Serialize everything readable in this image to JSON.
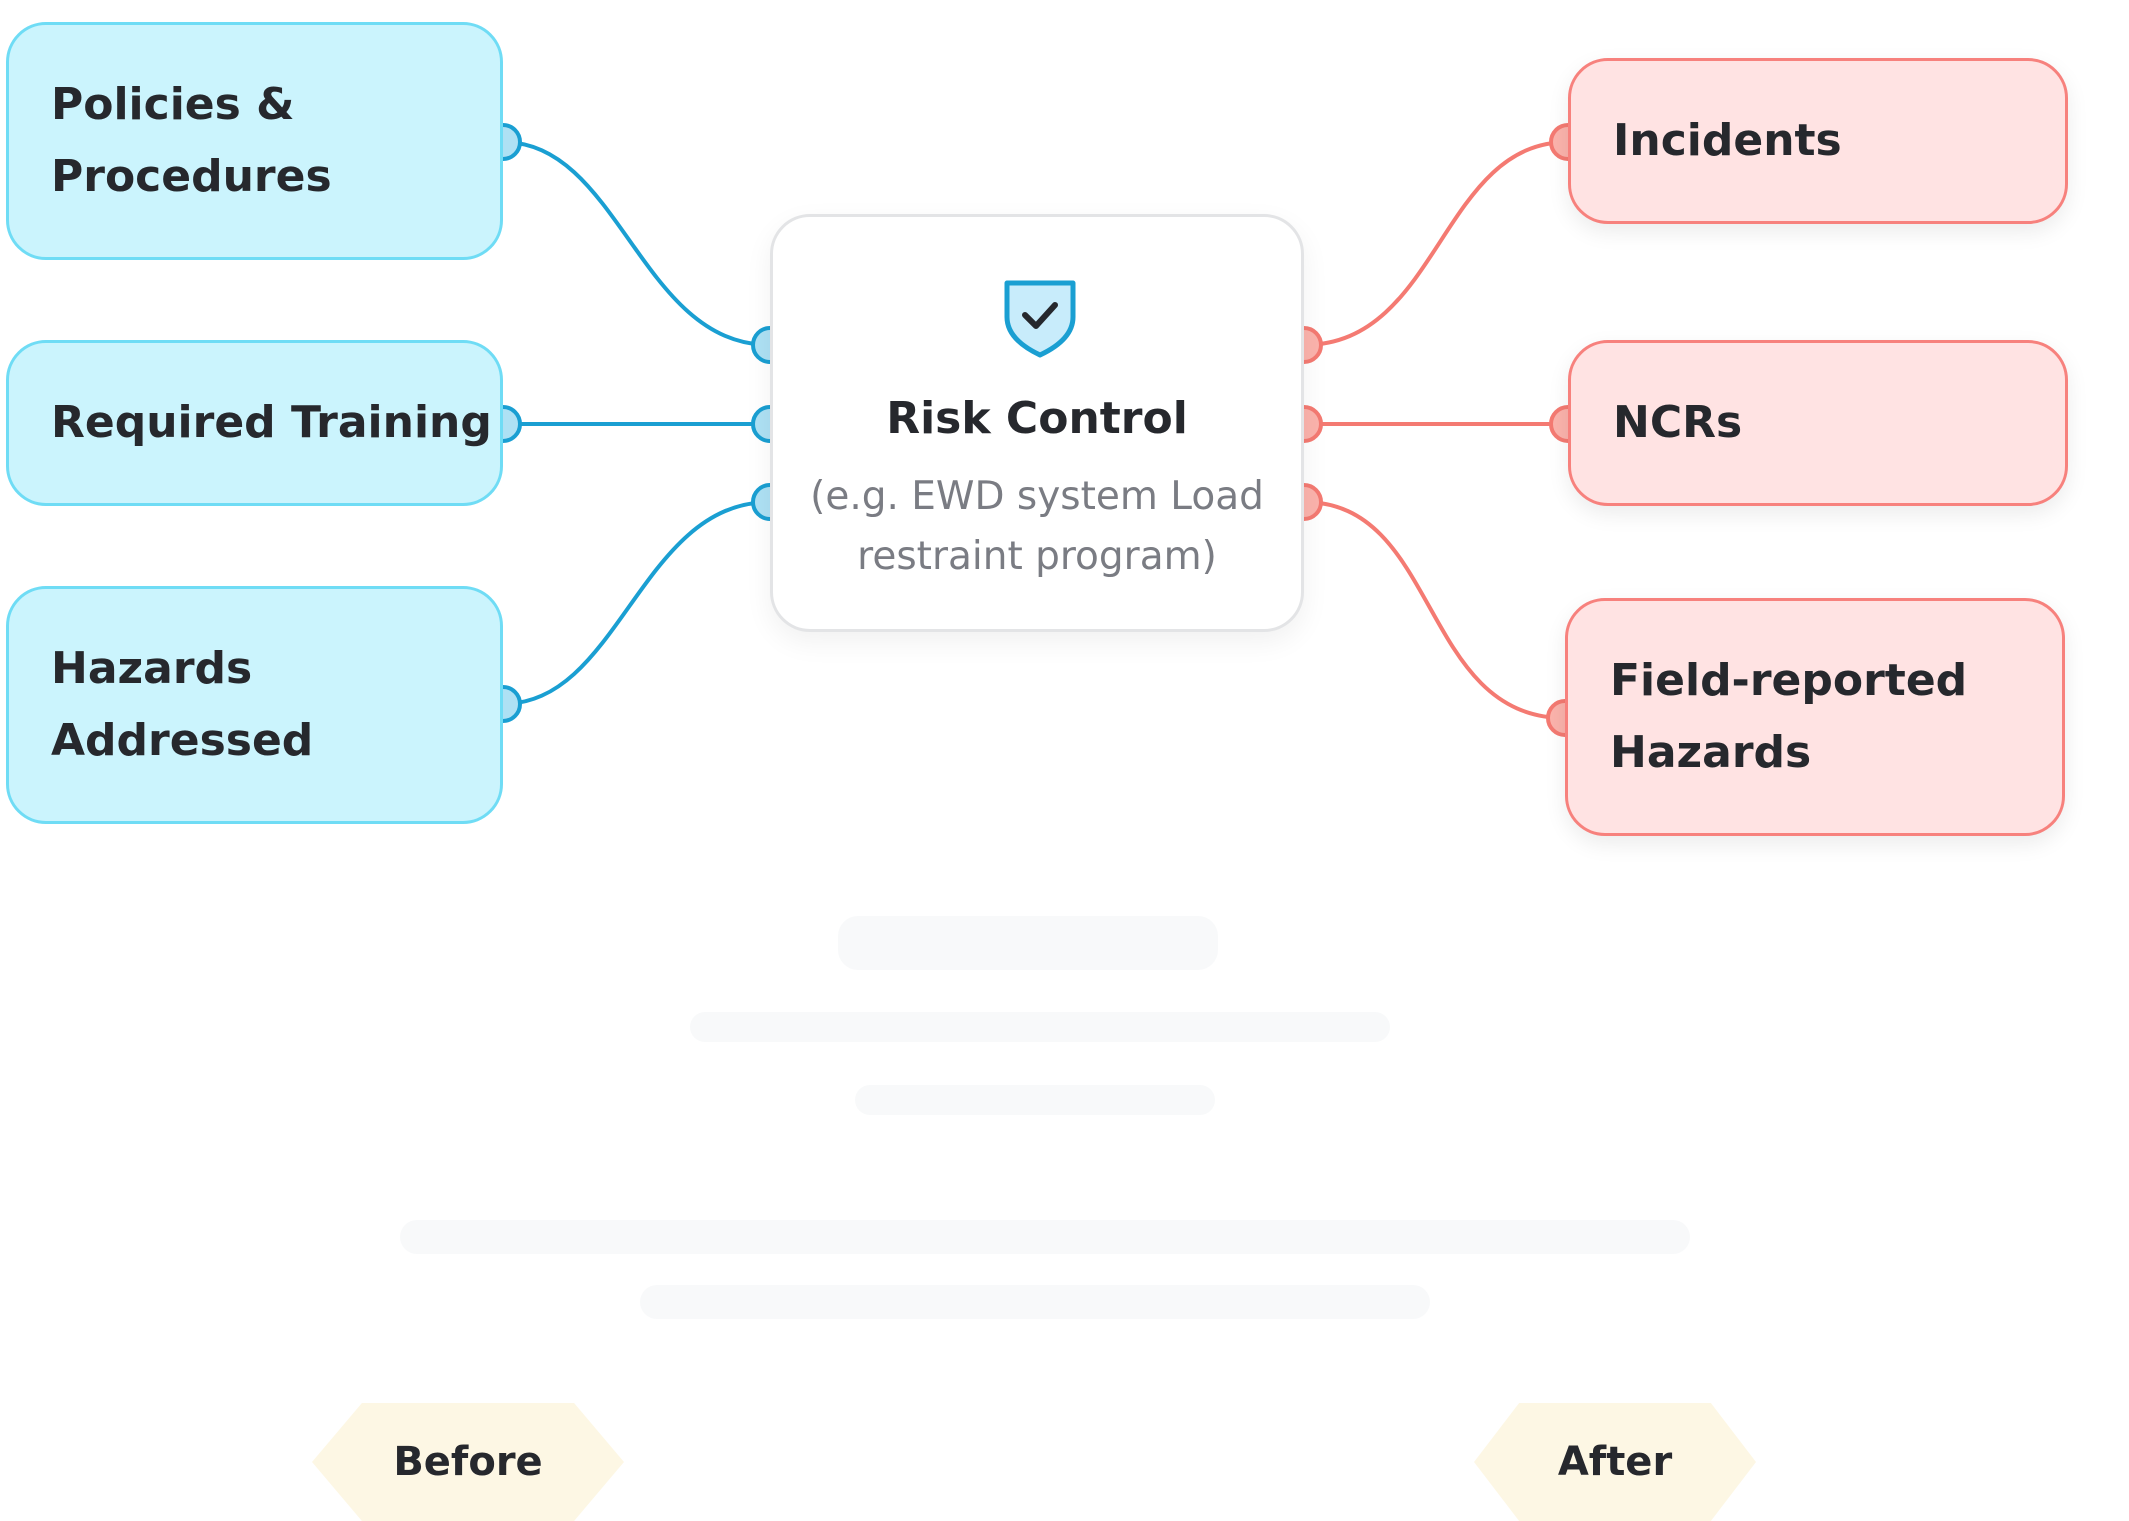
{
  "diagram": {
    "center": {
      "title": "Risk Control",
      "subtitle_line1": "(e.g. EWD system Load",
      "subtitle_line2": "restraint program)",
      "icon": "shield-check-icon"
    },
    "inputs": [
      {
        "line1": "Policies &",
        "line2": "Procedures"
      },
      {
        "line1": "Required Training"
      },
      {
        "line1": "Hazards",
        "line2": "Addressed"
      }
    ],
    "outputs": [
      {
        "line1": "Incidents"
      },
      {
        "line1": "NCRs"
      },
      {
        "line1": "Field-reported",
        "line2": "Hazards"
      }
    ],
    "tags": {
      "before": "Before",
      "after": "After"
    },
    "colors": {
      "input_fill": "#cbf4fd",
      "input_border": "#6fdcf5",
      "input_wire": "#1a9fd2",
      "output_fill": "#ffe3e3",
      "output_border": "#f7817d",
      "output_wire": "#f47a72",
      "tag_fill": "#fdf7e4"
    }
  }
}
